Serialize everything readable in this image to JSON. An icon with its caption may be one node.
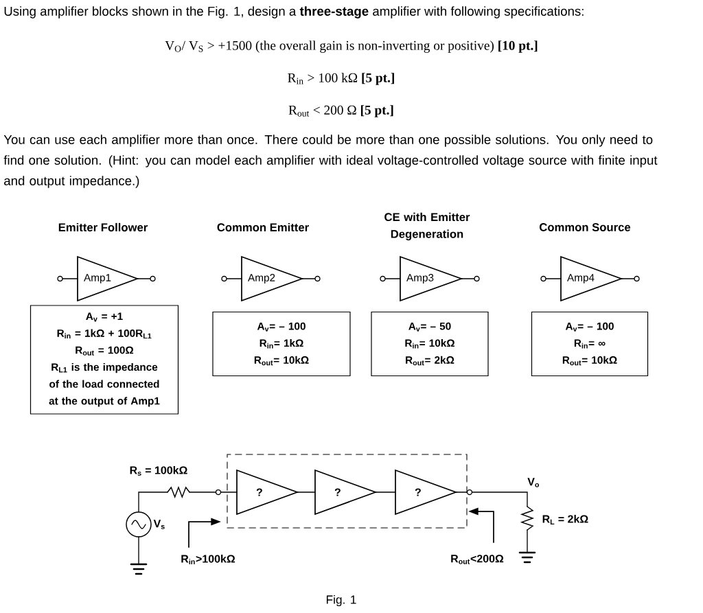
{
  "diagram": {
    "caption": "Fig. 1",
    "nodes": [
      {
        "text": [
          "Amp1"
        ],
        "beside": [
          "Emitter Follower"
        ]
      },
      {
        "text": [
          "A$_{v}$ = +1",
          "R$_{in}$ = 1kΩ + 100R$_{L1}$",
          "R$_{out}$ = 100Ω",
          "R$_{L1}$ is the impedance of the load connected at the output of Amp1"
        ]
      },
      {
        "text": [
          "Amp2"
        ],
        "beside": [
          "Common Emitter"
        ]
      },
      {
        "text": [
          "A$_{v}$= – 100",
          "R$_{in}$= 1kΩ",
          "R$_{out}$= 10kΩ"
        ]
      },
      {
        "text": [
          "Amp3"
        ],
        "beside": [
          "CE with Emitter Degeneration"
        ]
      },
      {
        "text": [
          "A$_{v}$= – 50",
          "R$_{in}$= 10kΩ",
          "R$_{out}$= 2kΩ"
        ]
      },
      {
        "text": [
          "Amp4"
        ],
        "beside": [
          "Common Source"
        ]
      },
      {
        "text": [
          "A$_{v}$= – 100",
          "R$_{in}$= ∞",
          "R$_{out}$= 10kΩ"
        ]
      },
      {
        "text": [],
        "shape": "box"
      },
      {
        "text": [
          "?"
        ],
        "in": 8
      },
      {
        "text": [
          "?"
        ],
        "in": 8
      },
      {
        "text": [
          "?"
        ],
        "in": 8
      },
      {
        "text": [],
        "shape": "circle",
        "beside": [
          "V$_{s}$"
        ]
      },
      {
        "text": [],
        "shape": "resistor",
        "beside": [
          "R$_{s}$ = 100kΩ"
        ]
      },
      {
        "text": [],
        "shape": "resistor",
        "beside": [
          "R$_{L}$ = 2kΩ"
        ]
      }
    ],
    "edges": [
      {
        "from": 12,
        "to": 13,
        "arrow": "none"
      },
      {
        "from": 13,
        "to": 9,
        "arrow": "none"
      },
      {
        "from": 9,
        "to": 10,
        "arrow": "none"
      },
      {
        "from": 10,
        "to": 11,
        "arrow": "none"
      },
      {
        "from": 11,
        "to": 14,
        "arrow": "none"
      }
    ],
    "labels": [
      "Using amplifier blocks shown in the Fig. 1, design a **three-stage** amplifier with following specifications:",
      "V$_{O}$/ V$_{S}$ > +1500 (the overall gain is non-inverting or positive) **[10 pt.]**",
      "R$_{in}$ > 100 kΩ **[5 pt.]**",
      "R$_{out}$ < 200 Ω **[5 pt.]**",
      "You can use each amplifier more than once. There could be more than one possible solutions. You only need to find one solution. (Hint: you can model each amplifier with ideal voltage-controlled voltage source with finite input and output impedance.)",
      "V$_{o}$",
      "R$_{in}$>100kΩ",
      "R$_{out}$<200Ω"
    ]
  }
}
